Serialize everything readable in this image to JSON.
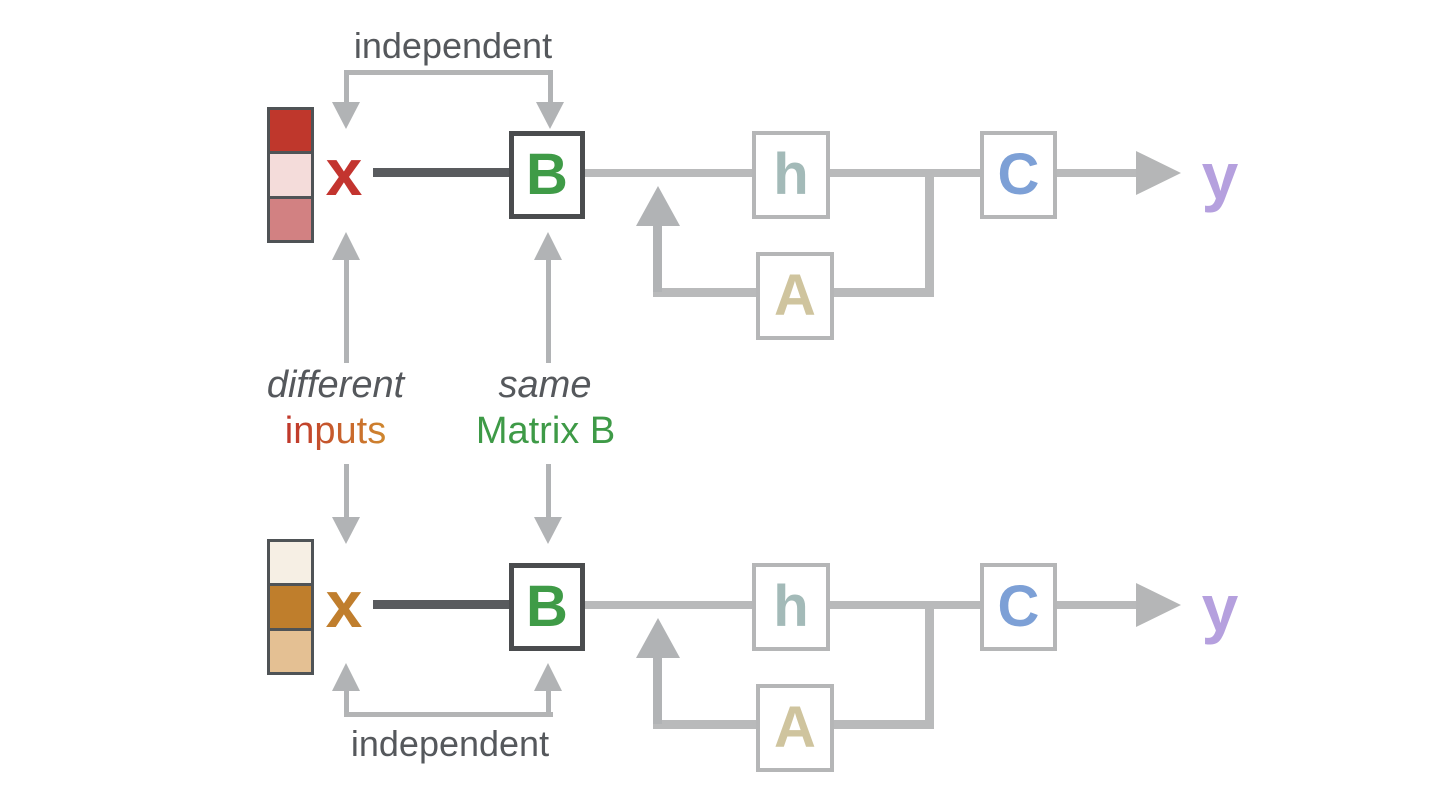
{
  "annotations": {
    "top_bracket_label": "independent",
    "bottom_bracket_label": "independent",
    "different_label": "different",
    "inputs_label": "inputs",
    "same_label": "same",
    "matrix_b_label": "Matrix B",
    "text_gray": "#55585c",
    "matrix_b_color": "#3e9a47",
    "inputs_gradient_start": "#c0392b",
    "inputs_gradient_end": "#cf8a2e"
  },
  "blocks": {
    "B": {
      "label": "B",
      "color": "#3f9b47"
    },
    "h": {
      "label": "h",
      "color": "#a3bab8"
    },
    "A": {
      "label": "A",
      "color": "#cfc49e"
    },
    "C": {
      "label": "C",
      "color": "#7da0d6"
    }
  },
  "rows": [
    {
      "id": "top-diagram",
      "input_label": "x",
      "input_color": "#c3342f",
      "vector_colors": {
        "cell1": "#bf372c",
        "cell2": "#f4dcda",
        "cell3": "#d28182"
      },
      "output_label": "y",
      "output_color": "#b5a0de"
    },
    {
      "id": "bottom-diagram",
      "input_label": "x",
      "input_color": "#c07e2d",
      "vector_colors": {
        "cell1": "#f6efe4",
        "cell2": "#bf7e2c",
        "cell3": "#e4c093"
      },
      "output_label": "y",
      "output_color": "#b5a0de"
    }
  ],
  "palette": {
    "background": "#ffffff",
    "line_light_gray": "#b9babb",
    "line_dark_gray": "#595b5e",
    "box_border_light": "#b5b6b7",
    "box_border_dark": "#4a4c4e",
    "vector_border": "#4f5356",
    "arrow_gray": "#b1b3b5"
  }
}
